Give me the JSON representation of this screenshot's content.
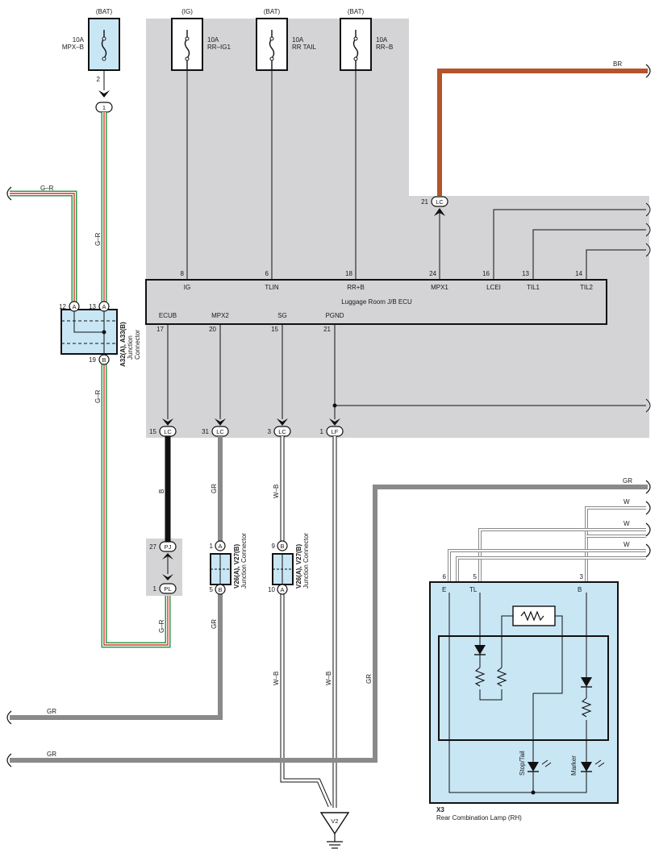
{
  "fuses": [
    {
      "source": "(BAT)",
      "amps": "10A",
      "name": "MPX–B",
      "pin": "2"
    },
    {
      "source": "(IG)",
      "amps": "10A",
      "name": "RR–IG1"
    },
    {
      "source": "(BAT)",
      "amps": "10A",
      "name": "RR TAIL"
    },
    {
      "source": "(BAT)",
      "amps": "10A",
      "name": "RR–B"
    }
  ],
  "ecu": {
    "title": "Luggage Room J/B ECU",
    "top_terminals": [
      {
        "pin": "8",
        "name": "IG"
      },
      {
        "pin": "6",
        "name": "TLIN"
      },
      {
        "pin": "18",
        "name": "RR+B"
      },
      {
        "pin": "24",
        "name": "MPX1"
      },
      {
        "pin": "16",
        "name": "LCEI"
      },
      {
        "pin": "13",
        "name": "TIL1"
      },
      {
        "pin": "14",
        "name": "TIL2"
      }
    ],
    "bottom_terminals": [
      {
        "pin": "17",
        "name": "ECUB"
      },
      {
        "pin": "20",
        "name": "MPX2"
      },
      {
        "pin": "15",
        "name": "SG"
      },
      {
        "pin": "21",
        "name": "PGND"
      }
    ]
  },
  "connectors": {
    "top_1": {
      "code": "1"
    },
    "lc_21": {
      "pin": "21",
      "code": "LC"
    },
    "lc_15": {
      "pin": "15",
      "code": "LC"
    },
    "lc_31": {
      "pin": "31",
      "code": "LC"
    },
    "lc_3": {
      "pin": "3",
      "code": "LC"
    },
    "lf_1": {
      "pin": "1",
      "code": "LF"
    },
    "pj_27": {
      "pin": "27",
      "code": "PJ"
    },
    "pl_1": {
      "pin": "1",
      "code": "PL"
    }
  },
  "junction_a": {
    "name": "A32(A), A33(B)",
    "sub": "Junction",
    "sub2": "Connector",
    "pin_a_left": "12",
    "pin_a_right": "13",
    "pin_b": "19",
    "a": "A",
    "b": "B"
  },
  "junction_v1": {
    "name": "V26(A), V27(B)",
    "sub": "Junction Connector",
    "pin_a": "1",
    "pin_b": "5",
    "a": "A",
    "b": "B"
  },
  "junction_v2": {
    "name": "V26(A), V27(B)",
    "sub": "Junction Connector",
    "pin_a": "9",
    "pin_b": "10",
    "a_top": "B",
    "b_bot": "A"
  },
  "wires": {
    "br": "BR",
    "gr_top_left": "G–R",
    "gr_vert1": "G–R",
    "gr_vert2": "G–R",
    "gr_bottom": "G–R",
    "b": "B",
    "gr_mid": "GR",
    "wb1": "W–B",
    "wb2": "W–B",
    "wb3": "W–B",
    "gr_left1": "GR",
    "gr_left2": "GR",
    "gr_right": "GR",
    "gr_right_vert": "GR",
    "gr_v1_bottom": "GR",
    "w1": "W",
    "w2": "W",
    "w3": "W"
  },
  "lamp": {
    "id": "X3",
    "name": "Rear Combination Lamp (RH)",
    "pins": [
      {
        "pin": "6",
        "name": "E"
      },
      {
        "pin": "5",
        "name": "TL"
      },
      {
        "pin": "3",
        "name": "B"
      }
    ],
    "led1": "Stop/Tail",
    "led2": "Marker"
  },
  "ground": {
    "code": "V2"
  },
  "colors": {
    "shade": "#d4d4d6",
    "lightblue": "#c9e6f5",
    "brown": "#b5532a",
    "green": "#2e9a4a",
    "red": "#d9342b",
    "gray": "#8a8a8a"
  }
}
